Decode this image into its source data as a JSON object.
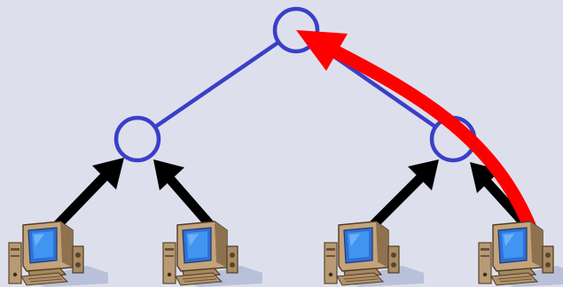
{
  "diagram": {
    "background_color": "#dde0ec",
    "tree_line_color": "#3a3fc8",
    "node_stroke_color": "#3a3fc8",
    "node_fill_color": "#dde0ec",
    "upload_arrow_color": "#000000",
    "highlight_arrow_color": "#ff0000",
    "nodes": [
      {
        "id": "root",
        "kind": "tree-node"
      },
      {
        "id": "left",
        "kind": "tree-node"
      },
      {
        "id": "right",
        "kind": "tree-node"
      }
    ],
    "edges": [
      {
        "from": "root",
        "to": "left"
      },
      {
        "from": "root",
        "to": "right"
      }
    ],
    "computers": [
      {
        "id": "pc-1",
        "icon": "desktop-computer-icon"
      },
      {
        "id": "pc-2",
        "icon": "desktop-computer-icon"
      },
      {
        "id": "pc-3",
        "icon": "desktop-computer-icon"
      },
      {
        "id": "pc-4",
        "icon": "desktop-computer-icon"
      }
    ],
    "arrows": [
      {
        "from": "pc-1",
        "to": "left"
      },
      {
        "from": "pc-2",
        "to": "left"
      },
      {
        "from": "pc-3",
        "to": "right"
      },
      {
        "from": "pc-4",
        "to": "right"
      }
    ],
    "highlight_arrow": {
      "from": "pc-4",
      "to": "root"
    }
  }
}
